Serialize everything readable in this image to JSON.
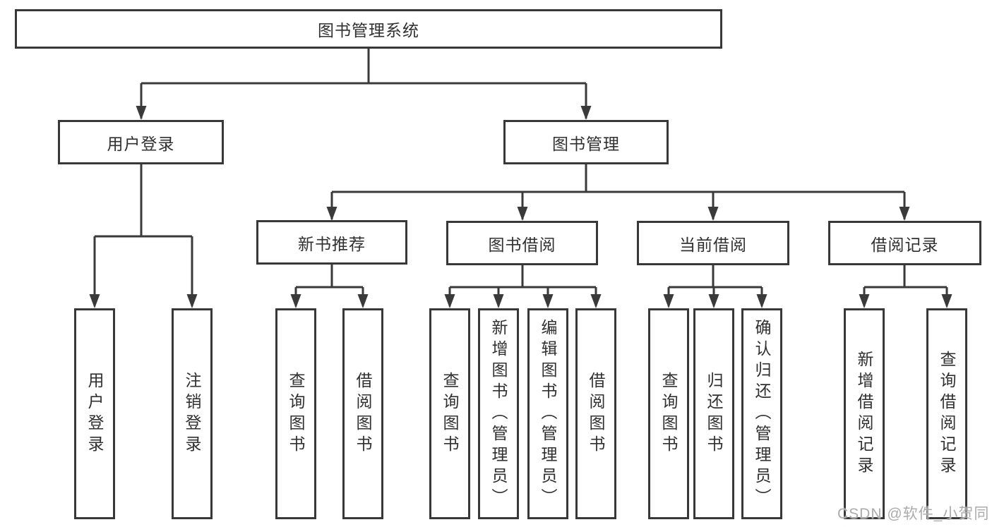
{
  "tree": {
    "label": "图书管理系统",
    "children": [
      {
        "label": "用户登录",
        "children": [
          {
            "label": "用户登录"
          },
          {
            "label": "注销登录"
          }
        ]
      },
      {
        "label": "图书管理",
        "children": [
          {
            "label": "新书推荐",
            "children": [
              {
                "label": "查询图书"
              },
              {
                "label": "借阅图书"
              }
            ]
          },
          {
            "label": "图书借阅",
            "children": [
              {
                "label": "查询图书"
              },
              {
                "label": "新增图书（管理员）"
              },
              {
                "label": "编辑图书（管理员）"
              },
              {
                "label": "借阅图书"
              }
            ]
          },
          {
            "label": "当前借阅",
            "children": [
              {
                "label": "查询图书"
              },
              {
                "label": "归还图书"
              },
              {
                "label": "确认归还（管理员）"
              }
            ]
          },
          {
            "label": "借阅记录",
            "children": [
              {
                "label": "新增借阅记录"
              },
              {
                "label": "查询借阅记录"
              }
            ]
          }
        ]
      }
    ]
  },
  "watermark": "CSDN @软件_小贺同学",
  "colors": {
    "line": "#3a3a3a",
    "border": "#383838",
    "text": "#303030",
    "background": "#ffffff",
    "watermark": "#ababab"
  }
}
